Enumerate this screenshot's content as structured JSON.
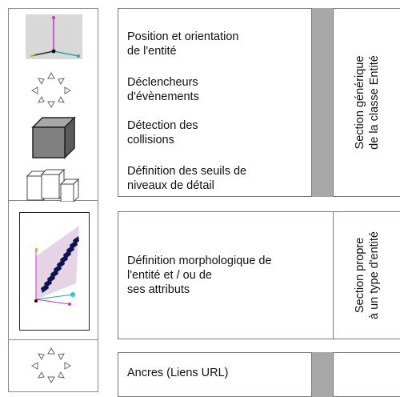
{
  "sections": [
    {
      "label_lines": [
        "Section générique",
        "de la classe Entité"
      ],
      "items": [
        [
          "Position et orientation",
          "de l'entité"
        ],
        [
          "Déclencheurs",
          "d'évènements"
        ],
        [
          "Détection des",
          "collisions"
        ],
        [
          "Définition des seuils de",
          "niveaux de détail"
        ]
      ]
    },
    {
      "label_lines": [
        "Section propre",
        "à un type d'entité"
      ],
      "items": [
        [
          "Définition morphologique de",
          "l'entité et / ou de",
          "ses attributs"
        ]
      ]
    },
    {
      "label_lines": [],
      "items": [
        [
          "Ancres (Liens URL)"
        ]
      ]
    }
  ],
  "icons": [
    "axes-gizmo-icon",
    "trigger-arrows-icon",
    "collision-cube-icon",
    "lod-boxes-icon",
    "morphology-shape-icon",
    "anchor-arrows-icon"
  ]
}
